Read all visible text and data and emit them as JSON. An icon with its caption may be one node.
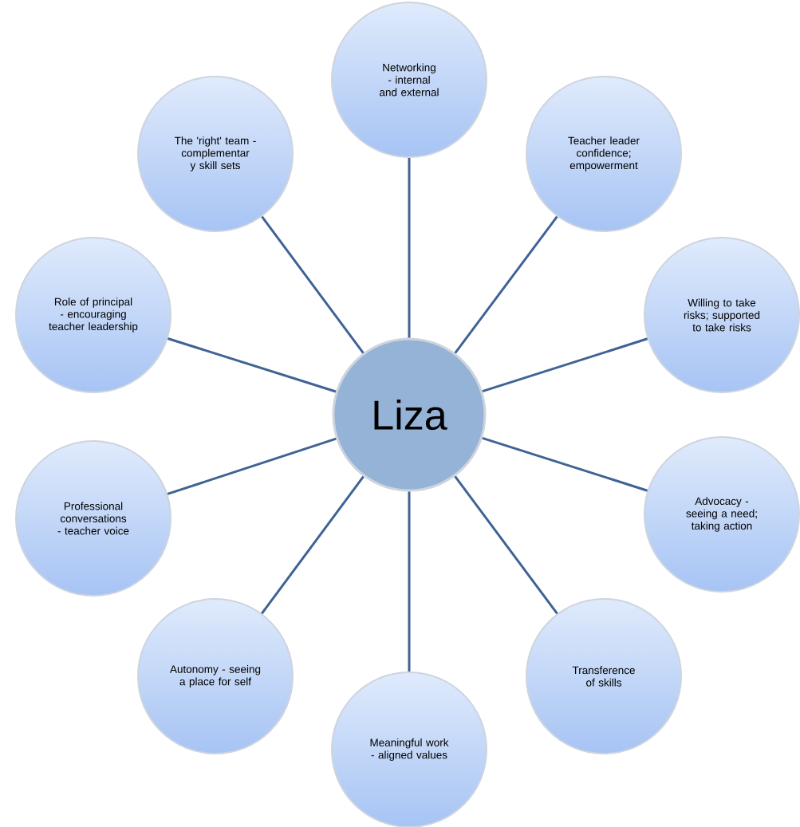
{
  "diagram": {
    "nodes": [
      {
        "text": [
          "Liza"
        ]
      },
      {
        "text": [
          "Networking - internal and external"
        ]
      },
      {
        "text": [
          "Teacher leader confidence; empowerment"
        ]
      },
      {
        "text": [
          "Willing to take risks; supported to take risks"
        ]
      },
      {
        "text": [
          "Advocacy - seeing a need; taking action"
        ]
      },
      {
        "text": [
          "Transference of skills"
        ]
      },
      {
        "text": [
          "Meaningful work - aligned values"
        ]
      },
      {
        "text": [
          "Autonomy - seeing a place for self"
        ]
      },
      {
        "text": [
          "Professional conversations - teacher voice"
        ]
      },
      {
        "text": [
          "Role of principal - encouraging teacher leadership"
        ]
      },
      {
        "text": [
          "The 'right' team - complementar y skill sets"
        ]
      }
    ],
    "edges": [
      {
        "from": 0,
        "to": 1,
        "arrow": "none"
      },
      {
        "from": 0,
        "to": 2,
        "arrow": "none"
      },
      {
        "from": 0,
        "to": 3,
        "arrow": "none"
      },
      {
        "from": 0,
        "to": 4,
        "arrow": "none"
      },
      {
        "from": 0,
        "to": 5,
        "arrow": "none"
      },
      {
        "from": 0,
        "to": 6,
        "arrow": "none"
      },
      {
        "from": 0,
        "to": 7,
        "arrow": "none"
      },
      {
        "from": 0,
        "to": 8,
        "arrow": "none"
      },
      {
        "from": 0,
        "to": 9,
        "arrow": "none"
      },
      {
        "from": 0,
        "to": 10,
        "arrow": "none"
      }
    ]
  }
}
